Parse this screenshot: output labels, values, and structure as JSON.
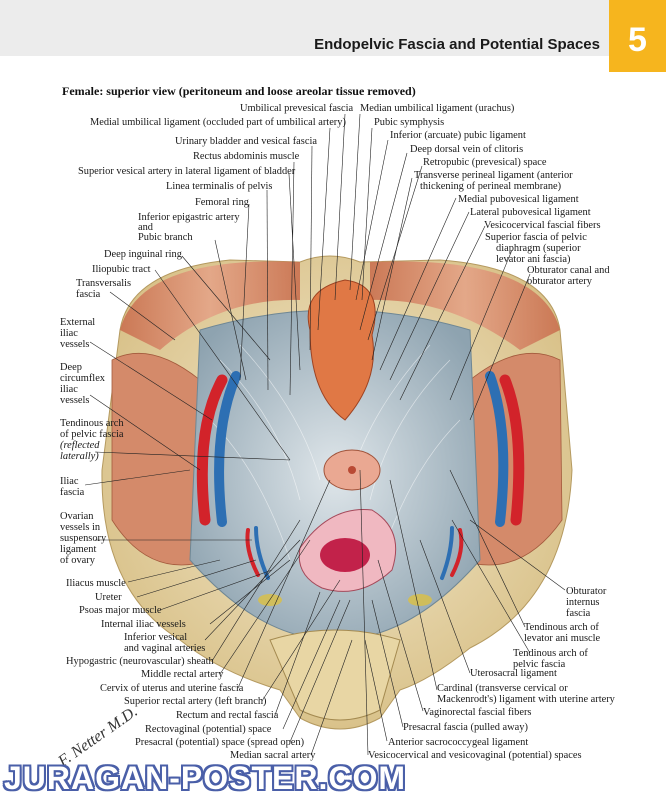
{
  "header": {
    "title": "Endopelvic Fascia and Potential Spaces",
    "chapter": "5",
    "subtitle": "Female: superior view (peritoneum and loose areolar tissue removed)"
  },
  "colors": {
    "header_bg": "#ececec",
    "chapter_tab": "#f6b51e",
    "artery": "#d2232a",
    "vein": "#2d6fb3",
    "muscle": "#d58a6c",
    "fascia": "#b7c6cf",
    "bone": "#efe2b8"
  },
  "labels": {
    "umbilical_prevesical_fascia": "Umbilical prevesical fascia",
    "median_umbilical_ligament": "Median umbilical ligament (urachus)",
    "medial_umbilical_ligament": "Medial umbilical ligament (occluded part of umbilical artery)",
    "pubic_symphysis": "Pubic symphysis",
    "inferior_arcuate_pubic_ligament": "Inferior (arcuate) pubic ligament",
    "urinary_bladder": "Urinary bladder and vesical fascia",
    "deep_dorsal_vein": "Deep dorsal vein of clitoris",
    "rectus_abdominis": "Rectus abdominis muscle",
    "retropubic_space": "Retropubic (prevesical) space",
    "superior_vesical_artery": "Superior vesical artery in lateral ligament of bladder",
    "transverse_perineal_1": "Transverse perineal ligament (anterior",
    "transverse_perineal_2": "thickening of perineal membrane)",
    "linea_terminalis": "Linea terminalis of pelvis",
    "medial_pubovesical": "Medial pubovesical ligament",
    "femoral_ring": "Femoral ring",
    "lateral_pubovesical": "Lateral pubovesical ligament",
    "inferior_epigastric_1": "Inferior epigastric artery",
    "inferior_epigastric_2": "and",
    "inferior_epigastric_3": "Pubic branch",
    "vesicocervical_fibers": "Vesicocervical fascial fibers",
    "superior_fascia_1": "Superior fascia of pelvic",
    "superior_fascia_2": "diaphragm (superior",
    "superior_fascia_3": "levator ani fascia)",
    "deep_inguinal_ring": "Deep inguinal ring",
    "iliopubic_tract": "Iliopubic tract",
    "obturator_canal_1": "Obturator canal and",
    "obturator_canal_2": "obturator artery",
    "transversalis_1": "Transversalis",
    "transversalis_2": "fascia",
    "external_iliac_1": "External",
    "external_iliac_2": "iliac",
    "external_iliac_3": "vessels",
    "deep_circumflex_1": "Deep",
    "deep_circumflex_2": "circumflex",
    "deep_circumflex_3": "iliac",
    "deep_circumflex_4": "vessels",
    "tendinous_arch_pelvic_1": "Tendinous arch",
    "tendinous_arch_pelvic_2": "of pelvic fascia",
    "tendinous_arch_pelvic_3": "(reflected",
    "tendinous_arch_pelvic_4": "laterally)",
    "iliac_fascia_1": "Iliac",
    "iliac_fascia_2": "fascia",
    "ovarian_1": "Ovarian",
    "ovarian_2": "vessels in",
    "ovarian_3": "suspensory",
    "ovarian_4": "ligament",
    "ovarian_5": "of ovary",
    "iliacus_muscle": "Iliacus muscle",
    "ureter": "Ureter",
    "psoas_major": "Psoas major muscle",
    "internal_iliac": "Internal iliac vessels",
    "inferior_vesical_1": "Inferior vesical",
    "inferior_vesical_2": "and vaginal arteries",
    "hypogastric_sheath": "Hypogastric (neurovascular) sheath",
    "middle_rectal": "Middle rectal artery",
    "cervix_uterus": "Cervix of uterus and uterine fascia",
    "superior_rectal": "Superior rectal artery (left branch)",
    "rectum_fascia": "Rectum and rectal fascia",
    "rectovaginal_space": "Rectovaginal (potential) space",
    "presacral_space": "Presacral (potential) space (spread open)",
    "median_sacral": "Median sacral artery",
    "obturator_internus_1": "Obturator",
    "obturator_internus_2": "internus",
    "obturator_internus_3": "fascia",
    "tendinous_levator_1": "Tendinous arch of",
    "tendinous_levator_2": "levator ani muscle",
    "tendinous_pelvic_r_1": "Tendinous arch of",
    "tendinous_pelvic_r_2": "pelvic fascia",
    "uterosacral": "Uterosacral ligament",
    "cardinal_1": "Cardinal (transverse cervical or",
    "cardinal_2": "Mackenrodt's) ligament with uterine artery",
    "vaginorectal_fibers": "Vaginorectal fascial fibers",
    "presacral_fascia": "Presacral fascia (pulled away)",
    "anterior_sacrococcygeal": "Anterior sacrococcygeal ligament",
    "vesicocervical_spaces": "Vesicocervical and vesicovaginal (potential) spaces"
  },
  "watermark": "JURAGAN-POSTER.COM",
  "signature": "F. Netter M.D."
}
